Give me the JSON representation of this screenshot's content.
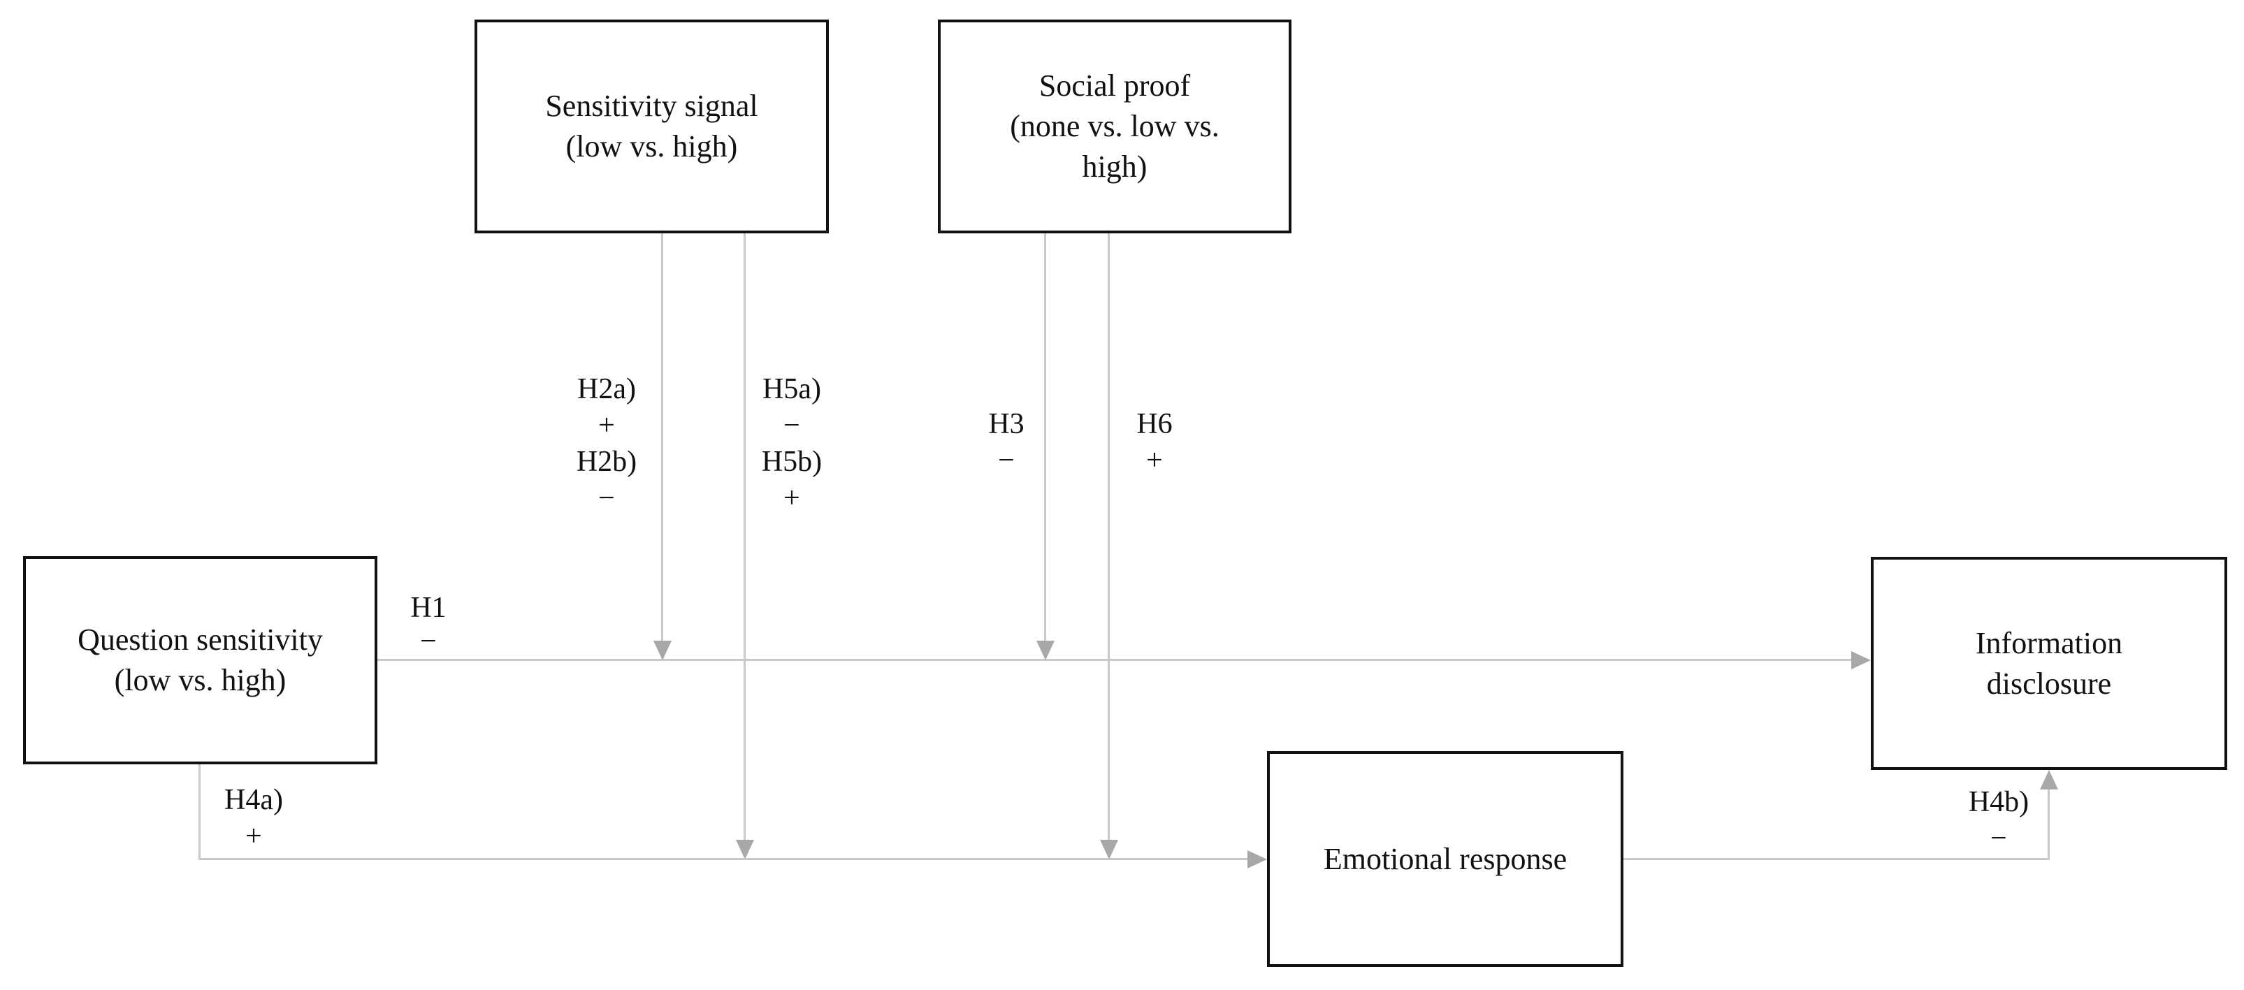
{
  "diagram": {
    "colors": {
      "box_border": "#111111",
      "text": "#111111",
      "line": "#c9c9c9",
      "arrowhead": "#a8a8a8",
      "background": "#ffffff"
    },
    "boxes": {
      "question_sensitivity": {
        "label": "Question sensitivity\n(low vs. high)"
      },
      "sensitivity_signal": {
        "label": "Sensitivity signal\n(low vs. high)"
      },
      "social_proof": {
        "label": "Social proof\n(none vs. low vs.\nhigh)"
      },
      "emotional_response": {
        "label": "Emotional response"
      },
      "information_disclosure": {
        "label": "Information\ndisclosure"
      }
    },
    "labels": {
      "h1": "H1\n−",
      "h2": "H2a)\n+\nH2b)\n−",
      "h3": "H3\n−",
      "h4a": "H4a)\n+",
      "h4b": "H4b)\n−",
      "h5": "H5a)\n−\nH5b)\n+",
      "h6": "H6\n+"
    }
  }
}
